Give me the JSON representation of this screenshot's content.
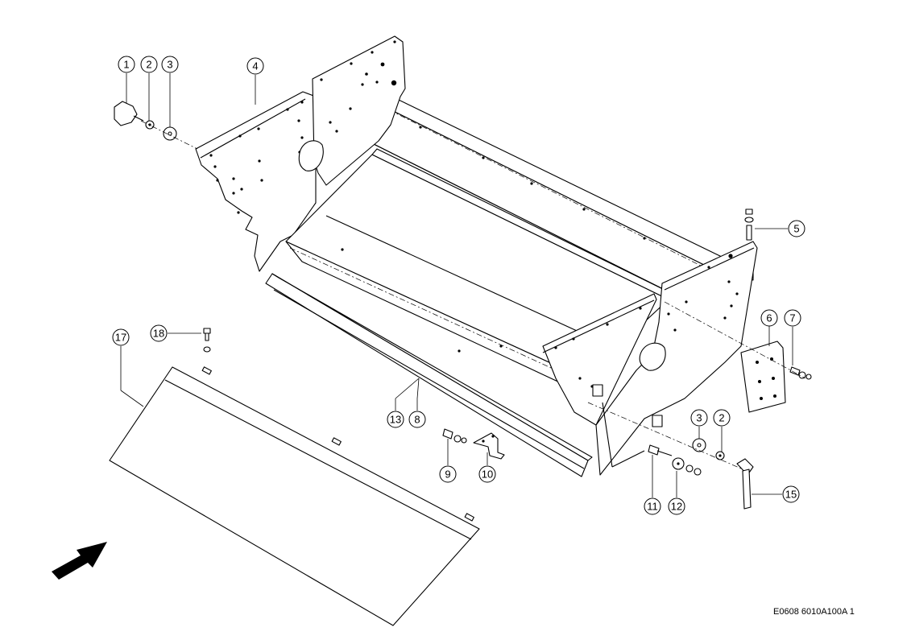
{
  "callouts": [
    "1",
    "2",
    "3",
    "4",
    "5",
    "6",
    "7",
    "8",
    "9",
    "10",
    "11",
    "12",
    "13",
    "2",
    "3",
    "15",
    "17",
    "18"
  ],
  "drawing_code": "E0608 6010A100A 1",
  "icons": {
    "direction": "direction-arrow-icon"
  }
}
